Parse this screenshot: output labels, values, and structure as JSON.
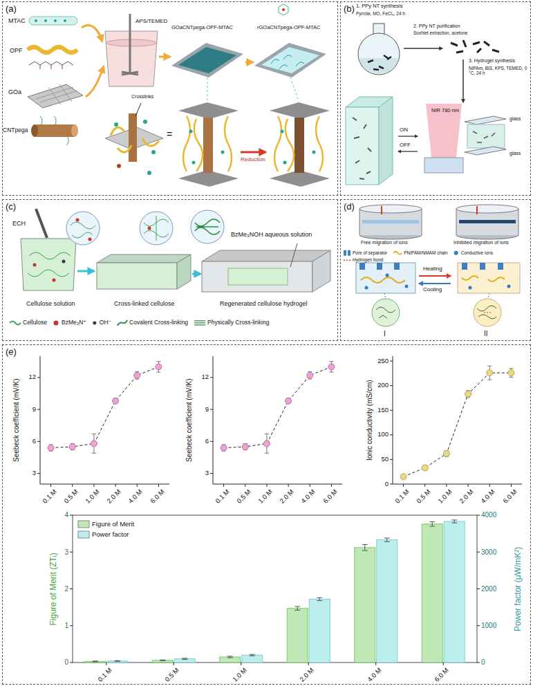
{
  "diagram": {
    "nodes": [
      {
        "text": [
          "(a)"
        ]
      },
      {
        "text": [
          "(b)"
        ]
      },
      {
        "text": [
          "(c)"
        ]
      },
      {
        "text": [
          "(d)"
        ]
      },
      {
        "text": [
          "(e)"
        ]
      }
    ],
    "labels": [
      "MTAC",
      "OPF",
      "GOa",
      "CNTpega",
      "APS/TEMED",
      "GOaCNTpega-OPF-MTAC",
      "rGOaCNTpega-OPF-MTAC",
      "Crosslinks",
      "=",
      "Reduction",
      "1. PPy NT synthesis",
      "Pyrrole, MO, FeCl₃, 24 h",
      "2. PPy NT purification",
      "Soxhlet extraction, acetone",
      "3. Hydrogel synthesis",
      "NIPAm, BIS, KPS, TEMED, 0 °C, 24 h",
      "glass",
      "glass",
      "ON",
      "OFF",
      "NIR 780 nm",
      "ECH",
      "BzMe₃NOH aqueous solution",
      "Cellulose solution",
      "Cross-linked cellulose",
      "Regenerated cellulose hydrogel",
      "Free migration of ions",
      "Inhibited migration of ions",
      "Heating",
      "Cooling",
      "I",
      "II",
      "Seebeck coefficient (mV/K)",
      "3",
      "6",
      "9",
      "12",
      "0.1 M",
      "0.5 M",
      "1.0 M",
      "2.0 M",
      "4.0 M",
      "6.0 M",
      "Seebeck coefficient (mV/K)",
      "3",
      "6",
      "9",
      "12",
      "0.1 M",
      "0.5 M",
      "1.0 M",
      "2.0 M",
      "4.0 M",
      "6.0 M",
      "Ionic conductivity (mS/cm)",
      "0",
      "50",
      "100",
      "150",
      "200",
      "250",
      "0.1 M",
      "0.5 M",
      "1.0 M",
      "2.0 M",
      "4.0 M",
      "6.0 M",
      "Figure of Merit (ZTᵢ)",
      "Power factor (μW/mK²)",
      "0",
      "1",
      "2",
      "3",
      "4",
      "0",
      "1000",
      "2000",
      "3000",
      "4000",
      "0.1 M",
      "0.5 M",
      "1.0 M",
      "2.0 M",
      "4.0 M",
      "6.0 M"
    ],
    "legend": [
      {
        "text": "Cellulose"
      },
      {
        "text": "BzMe₃N⁺"
      },
      {
        "text": "OH⁻"
      },
      {
        "text": "Covalent Cross-linking"
      },
      {
        "text": "Physically Cross-linking"
      },
      {
        "text": "Pore of separator"
      },
      {
        "text": "PNIPAM/NMAM chain"
      },
      {
        "text": "Conductive ions"
      },
      {
        "text": "Hydrogen bond"
      },
      {
        "text": "Figure of Merit",
        "color": "#bfe8b5"
      },
      {
        "text": "Power factor",
        "color": "#bdeeee"
      }
    ]
  }
}
